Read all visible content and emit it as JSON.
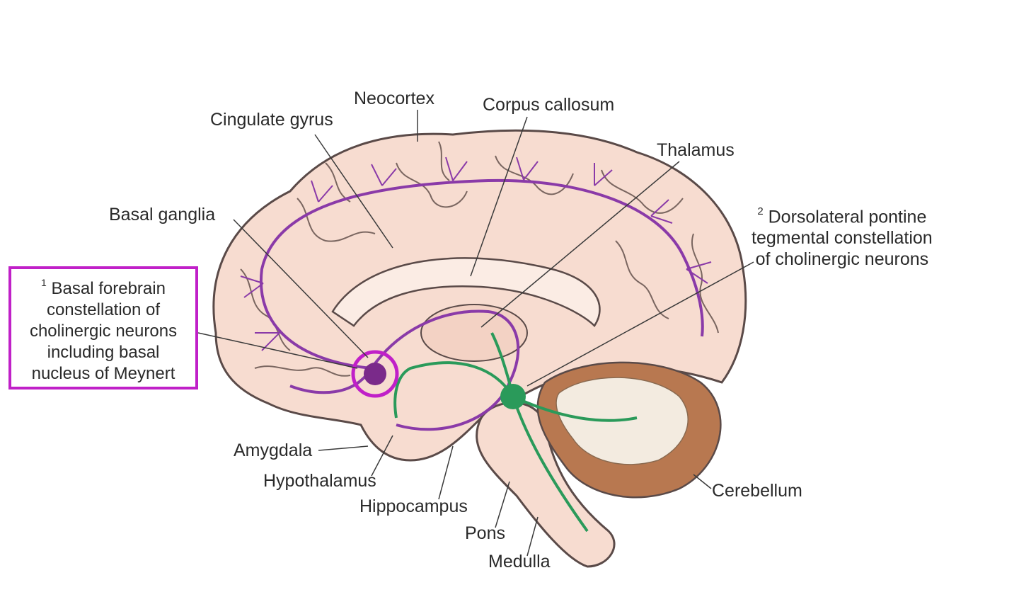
{
  "labels": {
    "neocortex": "Neocortex",
    "corpus_callosum": "Corpus callosum",
    "cingulate_gyrus": "Cingulate gyrus",
    "thalamus": "Thalamus",
    "basal_ganglia": "Basal ganglia",
    "amygdala": "Amygdala",
    "hypothalamus": "Hypothalamus",
    "hippocampus": "Hippocampus",
    "pons": "Pons",
    "medulla": "Medulla",
    "cerebellum": "Cerebellum"
  },
  "basal_forebrain": {
    "footnote": "1",
    "lines": [
      "Basal forebrain",
      "constellation of",
      "cholinergic neurons",
      "including basal",
      "nucleus of Meynert"
    ]
  },
  "pontine": {
    "footnote": "2",
    "lines": [
      "Dorsolateral pontine",
      "tegmental constellation",
      "of cholinergic neurons"
    ]
  },
  "colors": {
    "brain_fill": "#f7dcd0",
    "brain_outline": "#5a4a48",
    "basal_forebrain_pathway": "#8a3aa8",
    "pontine_pathway": "#2a9a5a",
    "cerebellum": "#b87850",
    "highlight": "#c020c8"
  }
}
